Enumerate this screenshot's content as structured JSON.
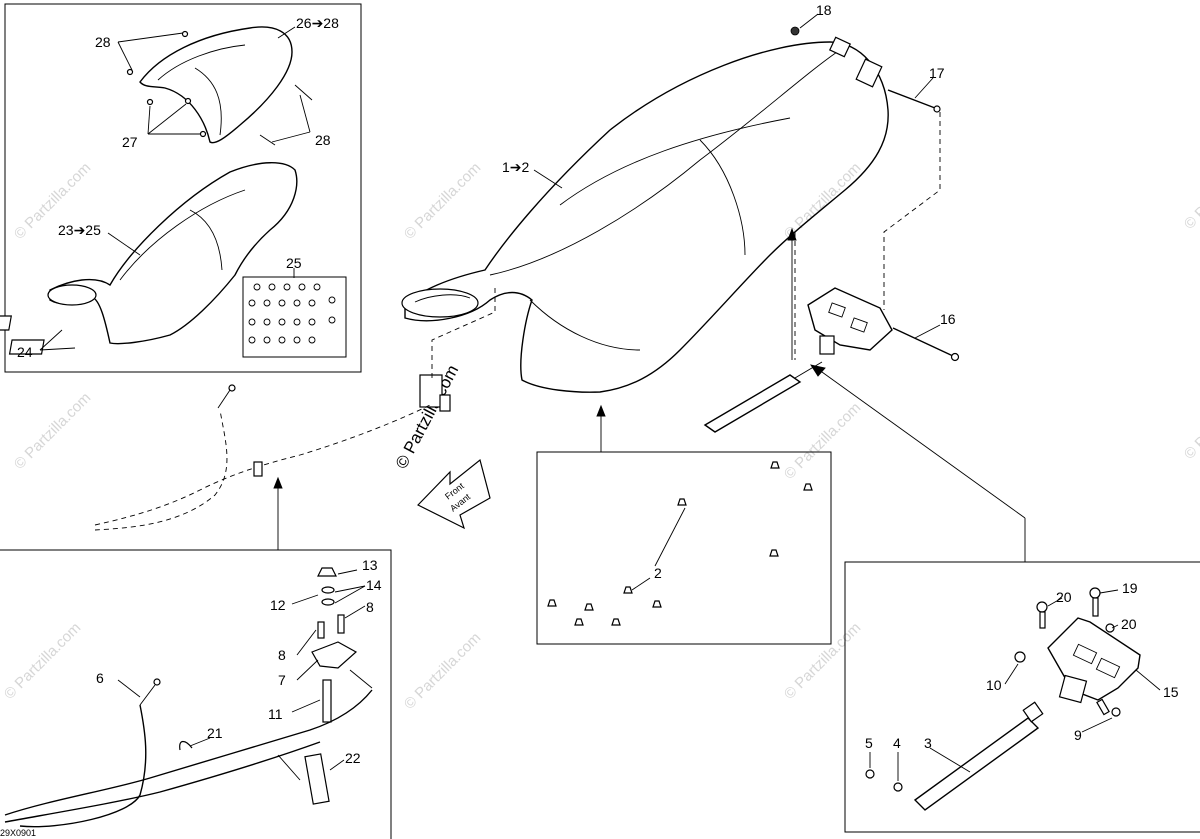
{
  "diagram_id": "29X0901",
  "watermark": "© Partzilla.com",
  "front_arrow": {
    "line1": "Front",
    "line2": "Avant"
  },
  "callouts": {
    "c1_2": "1➔2",
    "c2": "2",
    "c3": "3",
    "c4": "4",
    "c5": "5",
    "c6": "6",
    "c7": "7",
    "c8a": "8",
    "c8b": "8",
    "c9": "9",
    "c10": "10",
    "c11": "11",
    "c12": "12",
    "c13": "13",
    "c14": "14",
    "c15": "15",
    "c16": "16",
    "c17": "17",
    "c18": "18",
    "c19": "19",
    "c20a": "20",
    "c20b": "20",
    "c21": "21",
    "c22": "22",
    "c23_25": "23➔25",
    "c24": "24",
    "c25": "25",
    "c26_28": "26➔28",
    "c27": "27",
    "c28a": "28",
    "c28b": "28"
  }
}
